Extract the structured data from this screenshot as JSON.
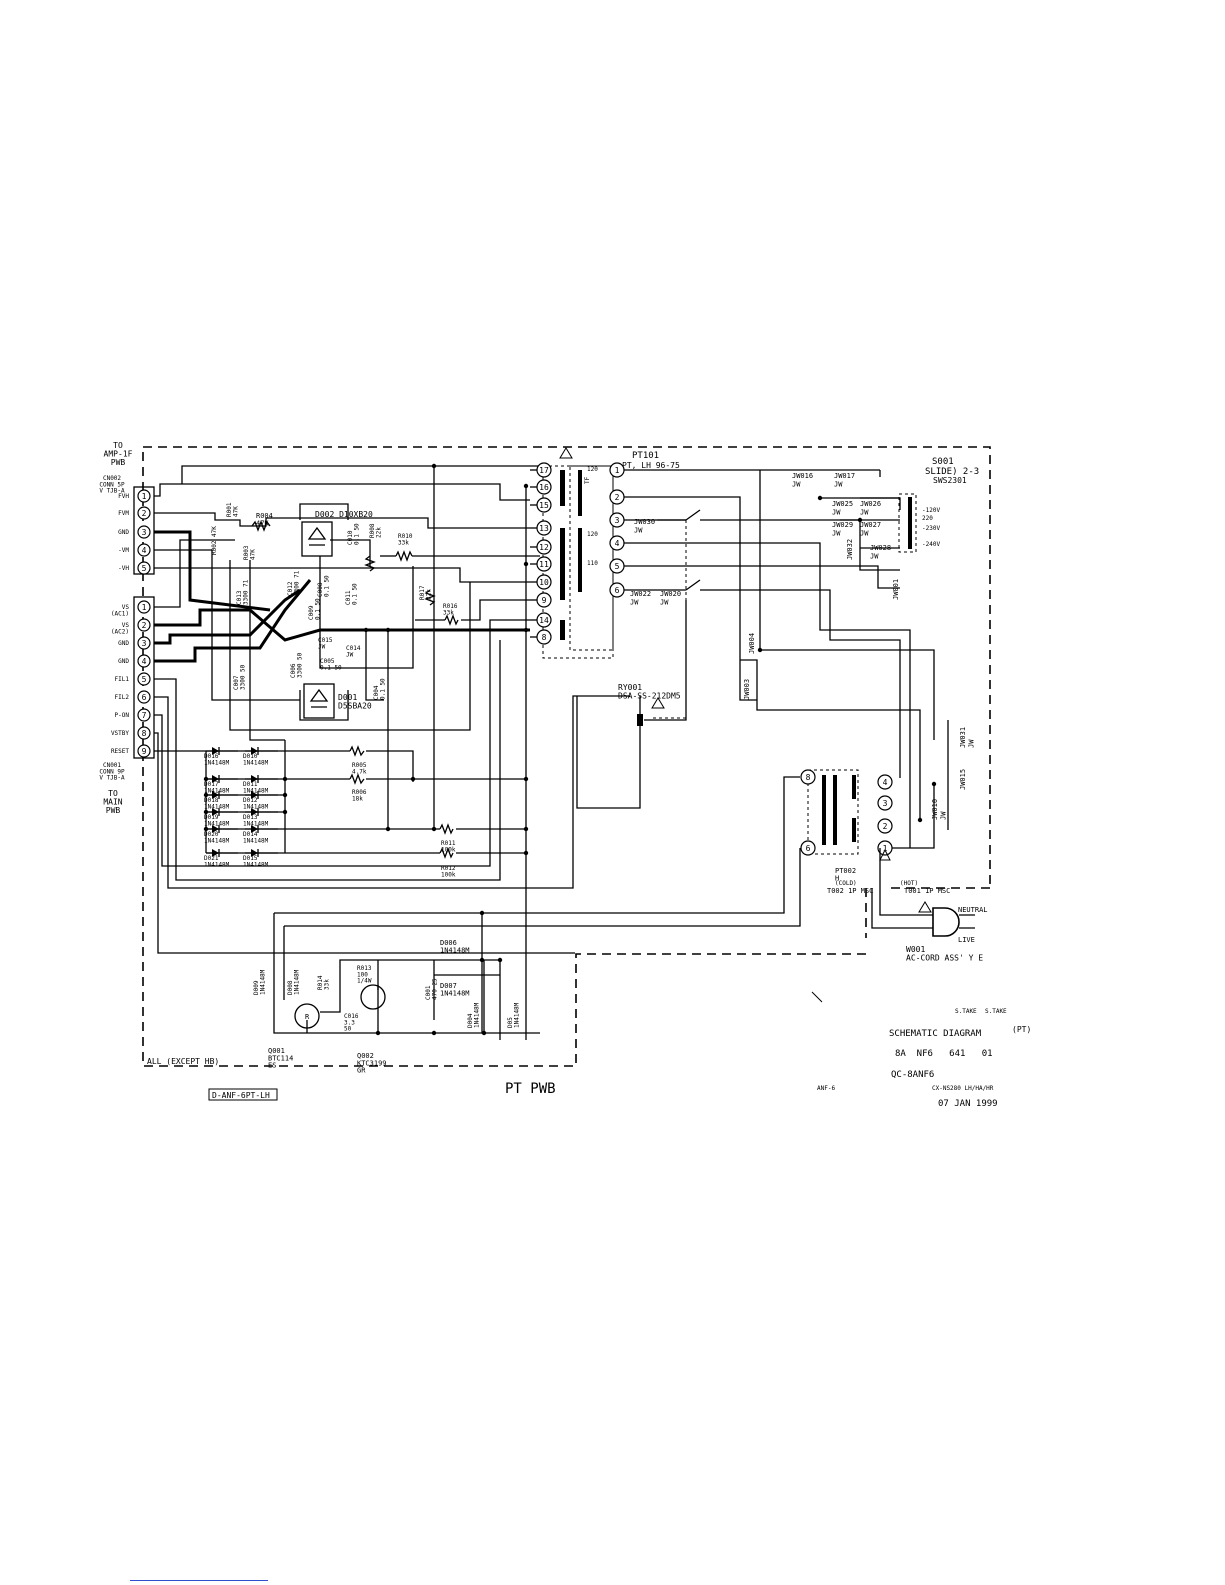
{
  "connectors": {
    "cn002_ref": "TO\nAMP-1F\nPWB",
    "cn002_part": "CN002\nCONN 5P\nV TJB-A",
    "cn002_pins": [
      {
        "num": "1",
        "label": "FVH"
      },
      {
        "num": "2",
        "label": "FVM"
      },
      {
        "num": "3",
        "label": "GND"
      },
      {
        "num": "4",
        "label": "-VM"
      },
      {
        "num": "5",
        "label": "-VH"
      }
    ],
    "cn001_pins": [
      {
        "num": "1",
        "label": "VS\n(AC1)"
      },
      {
        "num": "2",
        "label": "VS\n(AC2)"
      },
      {
        "num": "3",
        "label": "GND"
      },
      {
        "num": "4",
        "label": "GND"
      },
      {
        "num": "5",
        "label": "FIL1"
      },
      {
        "num": "6",
        "label": "FIL2"
      },
      {
        "num": "7",
        "label": "P-ON"
      },
      {
        "num": "8",
        "label": "VSTBY"
      },
      {
        "num": "9",
        "label": "RESET"
      }
    ],
    "cn001_part": "CN001\nCONN 9P\nV TJB-A",
    "cn001_ref": "TO\nMAIN\nPWB"
  },
  "transformer_pt101": {
    "ref": "PT101",
    "part": "PT, LH 96-75",
    "primary_pins": [
      "17",
      "16",
      "15",
      "13",
      "12",
      "11",
      "10",
      "9",
      "14",
      "8"
    ],
    "secondary_pins": [
      "1",
      "2",
      "3",
      "4",
      "5",
      "6"
    ],
    "taps": [
      "120",
      "TF",
      "120",
      "110"
    ]
  },
  "switch": {
    "ref": "S001",
    "part": "SLIDE) 2-3",
    "part2": "SWS2301",
    "voltages": [
      "-120V",
      "220",
      "-230V",
      "-240V"
    ]
  },
  "jumpers": [
    "JW016\nJW",
    "JW017\nJW",
    "JW025\nJW",
    "JW026\nJW",
    "JW029\nJW",
    "JW027\nJW",
    "JW028\nJW",
    "JW032",
    "JW001",
    "JW030\nJW",
    "JW022\nJW",
    "JW020\nJW",
    "JW004",
    "JW003",
    "JW031\nJW",
    "JW015",
    "JW010\nJW"
  ],
  "components": {
    "d002": "D002 D10XB20",
    "d001": "D001\nD5SBA20",
    "r004": "R004\n47K",
    "r001": "R001\n47K",
    "r002": "R002 47K",
    "r003": "R003\n47K",
    "r008": "R008\n22k",
    "r010": "R010\n33k",
    "r017": "R017\n22k",
    "r016": "R016\n33k",
    "c010": "C010\n0.1 50",
    "c011": "C011\n0.1 50",
    "c008": "C008\n0.1 50",
    "c009": "C009\n0.1 50",
    "c013": "C013\n3300 71",
    "c012": "C012\n3300 71",
    "c015": "C015\nJW",
    "c014": "C014\nJW",
    "c005": "C005\n0.1 50",
    "c004": "C004\n0.1 50",
    "c007": "C007\n3300 50",
    "c006": "C006\n3300 50",
    "ry001": "RY001\nDSA-SS-212DM5",
    "r005": "R005\n4.7k",
    "r006": "R006\n18k",
    "r011": "R011\n100k",
    "r012": "R012\n100k",
    "diodes": [
      "D016\n1N4148M",
      "D010\n1N4148M",
      "D017\n1N4148M",
      "D011\n1N4148M",
      "D018\n1N4148M",
      "D012\n1N4148M",
      "D019\n1N4148M",
      "D013\n1N4148M",
      "D020\n1N4148M",
      "D014\n1N4148M",
      "D021\n1N4148M",
      "D015\n1N4148M"
    ],
    "pt002": "PT002\nH",
    "pt002_pins": [
      "8",
      "6",
      "4",
      "3",
      "2",
      "1"
    ],
    "t002": "T002 1P MSC",
    "t001": "T001 1P MSC",
    "cold": "(COLD)",
    "hot": "(HOT)",
    "neutral": "NEUTRAL",
    "live": "LIVE",
    "w001": "W001\nAC-CORD ASS' Y E",
    "d006": "D006\n1N4148M",
    "d007": "D007\n1N4148M",
    "d009": "D009\n1N4148M",
    "d008": "D008\n1N4148M",
    "d004": "D004\n1N4148M",
    "d005": "D05\n1N4148M",
    "r014": "R014\n33k",
    "r013": "R013\n100\n1/4W",
    "c016": "C016\n3.3\n50",
    "c001": "C001\n470 25",
    "q001": "Q001\nBTC114\nES",
    "q002": "Q002\nKTC3199\nGR"
  },
  "board": {
    "all_except": "ALL (EXCEPT HB)",
    "pt_pwb": "PT PWB",
    "part_box": "D-ANF-6PT-LH"
  },
  "title_block": {
    "take1": "S.TAKE",
    "take2": "S.TAKE",
    "title": "SCHEMATIC DIAGRAM",
    "title_suffix": "(PT)",
    "code": "8A  NF6   641   01",
    "qc": "QC-8ANF6",
    "model_left": "ANF-6",
    "model_right": "CX-NS280 LH/HA/HR",
    "date": "07 JAN 1999"
  }
}
